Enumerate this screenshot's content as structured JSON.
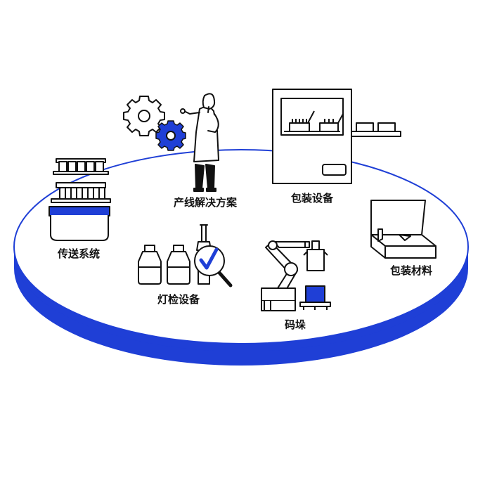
{
  "colors": {
    "accent": "#1f3fd6",
    "line": "#111111",
    "background": "#ffffff"
  },
  "items": [
    {
      "id": "conveyor",
      "label": "传送系统",
      "icon": "conveyor-rack-icon"
    },
    {
      "id": "solution",
      "label": "产线解决方案",
      "icon": "engineer-with-gears-icon"
    },
    {
      "id": "packaging-equipment",
      "label": "包装设备",
      "icon": "packaging-machine-icon"
    },
    {
      "id": "inspection",
      "label": "灯检设备",
      "icon": "vials-magnifier-check-icon"
    },
    {
      "id": "palletizing",
      "label": "码垛",
      "icon": "robot-arm-palletizer-icon"
    },
    {
      "id": "packaging-materials",
      "label": "包装材料",
      "icon": "open-carton-icon"
    }
  ]
}
